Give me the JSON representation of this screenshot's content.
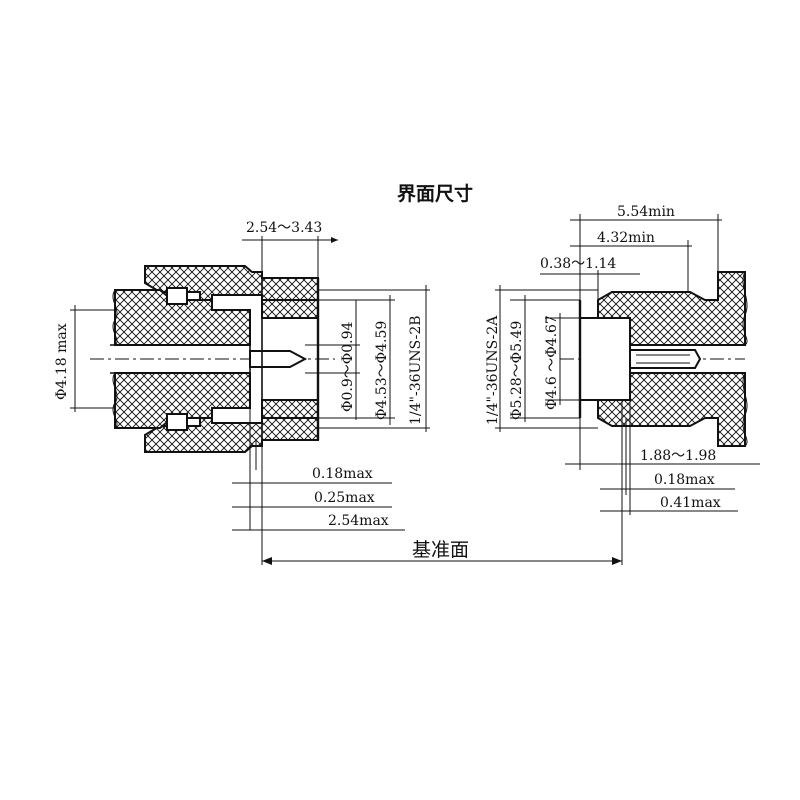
{
  "title": "界面尺寸",
  "reference_plane": "基准面",
  "left": {
    "dim_top": "2.54～3.43",
    "dim_outer_dia": "Φ4.18 max",
    "dim_pin_dia": "Φ0.9～Φ0.94",
    "dim_bore_dia": "Φ4.53～Φ4.59",
    "dim_thread": "1/4\"-36UNS-2B",
    "dim_018": "0.18max",
    "dim_025": "0.25max",
    "dim_254": "2.54max"
  },
  "right": {
    "dim_554": "5.54min",
    "dim_432": "4.32min",
    "dim_038": "0.38～1.14",
    "dim_thread": "1/4\"-36UNS-2A",
    "dim_outer_dia": "Φ5.28～Φ5.49",
    "dim_inner_dia": "Φ4.6 ～Φ4.67",
    "dim_188": "1.88～1.98",
    "dim_018": "0.18max",
    "dim_041": "0.41max"
  }
}
